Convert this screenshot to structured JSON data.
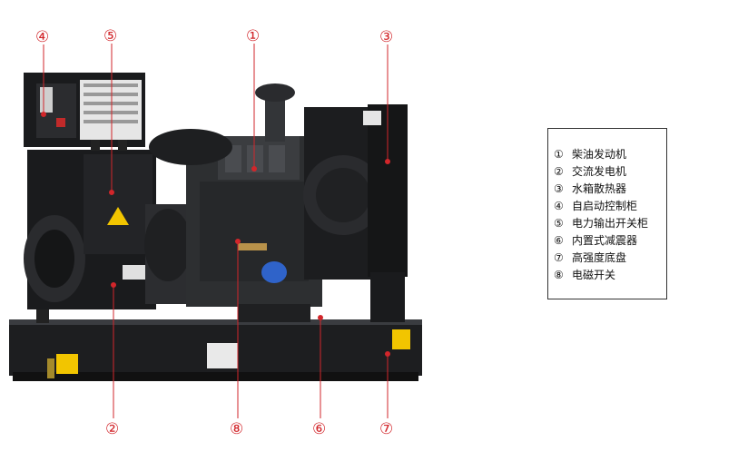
{
  "callouts": [
    {
      "id": 1,
      "mark": "①"
    },
    {
      "id": 2,
      "mark": "②"
    },
    {
      "id": 3,
      "mark": "③"
    },
    {
      "id": 4,
      "mark": "④"
    },
    {
      "id": 5,
      "mark": "⑤"
    },
    {
      "id": 6,
      "mark": "⑥"
    },
    {
      "id": 7,
      "mark": "⑦"
    },
    {
      "id": 8,
      "mark": "⑧"
    }
  ],
  "legend": {
    "items": [
      {
        "num": "①",
        "text": "柴油发动机"
      },
      {
        "num": "②",
        "text": "交流发电机"
      },
      {
        "num": "③",
        "text": "水箱散热器"
      },
      {
        "num": "④",
        "text": "自启动控制柜"
      },
      {
        "num": "⑤",
        "text": "电力输出开关柜"
      },
      {
        "num": "⑥",
        "text": "内置式减震器"
      },
      {
        "num": "⑦",
        "text": "高强度底盘"
      },
      {
        "num": "⑧",
        "text": "电磁开关"
      }
    ]
  },
  "colors": {
    "callout_red": "#d2262b",
    "machine_dark": "#1b1c1e",
    "machine_mid": "#2e3033",
    "warning_yellow": "#f2c500"
  }
}
